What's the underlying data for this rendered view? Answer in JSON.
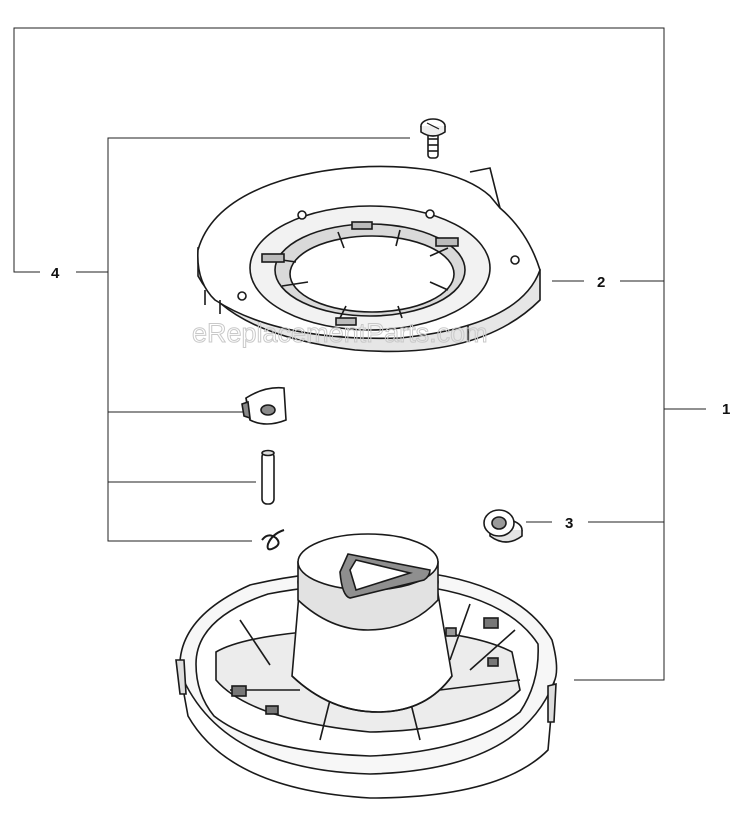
{
  "callouts": {
    "c1": "1",
    "c2": "2",
    "c3": "3",
    "c4": "4"
  },
  "watermark": "eReplacementParts.com",
  "colors": {
    "line": "#222222",
    "part_fill": "#ffffff",
    "part_shade": "#d9d9d9",
    "part_dark": "#8a8a8a"
  }
}
